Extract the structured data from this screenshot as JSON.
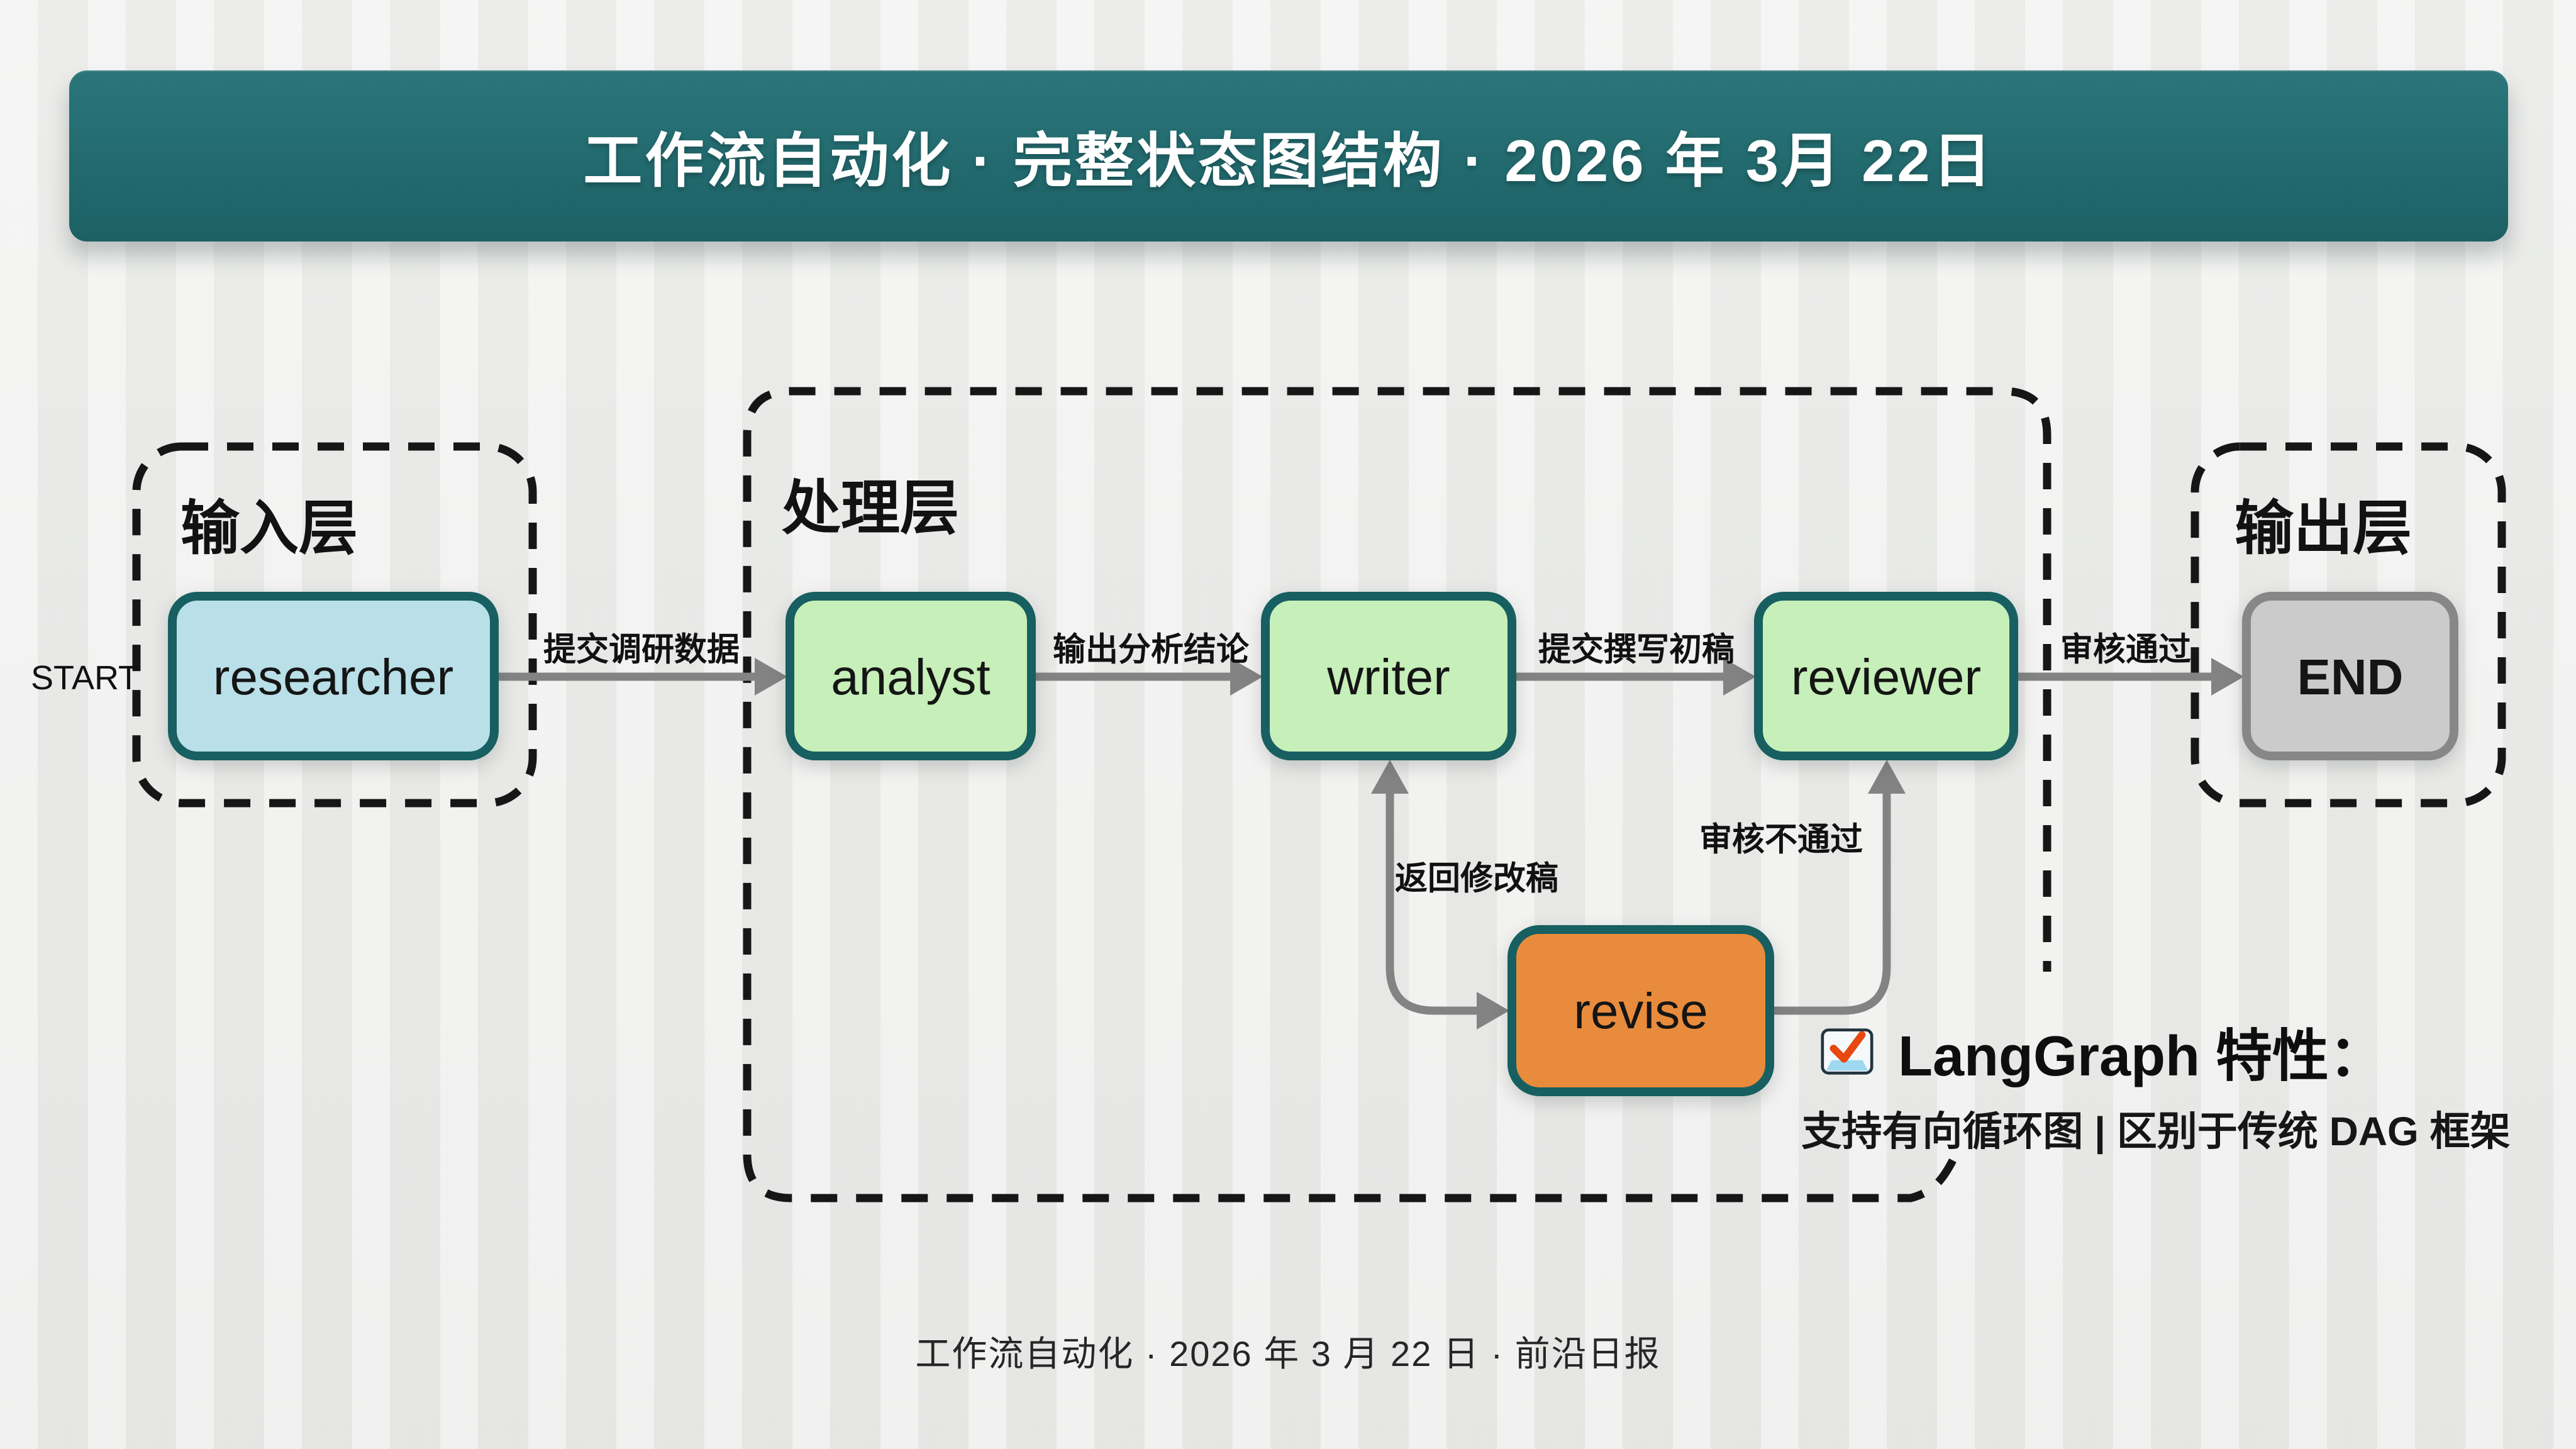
{
  "header": {
    "title": "工作流自动化 · 完整状态图结构 · 2026 年 3月 22日"
  },
  "layers": {
    "input": {
      "label": "输入层"
    },
    "processing": {
      "label": "处理层"
    },
    "output": {
      "label": "输出层"
    }
  },
  "nodes": {
    "start": {
      "label": "START"
    },
    "researcher": {
      "label": "researcher",
      "fill": "#b9dfe8"
    },
    "analyst": {
      "label": "analyst",
      "fill": "#c6efb9"
    },
    "writer": {
      "label": "writer",
      "fill": "#c6efb9"
    },
    "reviewer": {
      "label": "reviewer",
      "fill": "#c6efb9"
    },
    "revise": {
      "label": "revise",
      "fill": "#e98b3c"
    },
    "end": {
      "label": "END",
      "fill": "#cbcbcb"
    }
  },
  "edges": {
    "researcher_to_analyst": {
      "label": "提交调研数据"
    },
    "analyst_to_writer": {
      "label": "输出分析结论"
    },
    "writer_to_reviewer": {
      "label": "提交撰写初稿"
    },
    "reviewer_to_end": {
      "label": "审核通过"
    },
    "revise_to_writer": {
      "label": "返回修改稿"
    },
    "reviewer_to_revise": {
      "label": "审核不通过"
    }
  },
  "callout": {
    "icon": "check-icon",
    "title": "LangGraph 特性：",
    "subtitle": "支持有向循环图 | 区别于传统 DAG 框架"
  },
  "footer": {
    "text": "工作流自动化 · 2026 年 3 月 22 日 · 前沿日报"
  },
  "colors": {
    "header_teal": "#226a6e",
    "node_border_teal": "#175f61",
    "end_border_gray": "#878787",
    "arrow_gray": "#838383",
    "dashed_border": "#161616",
    "background": "#ecedeb"
  }
}
